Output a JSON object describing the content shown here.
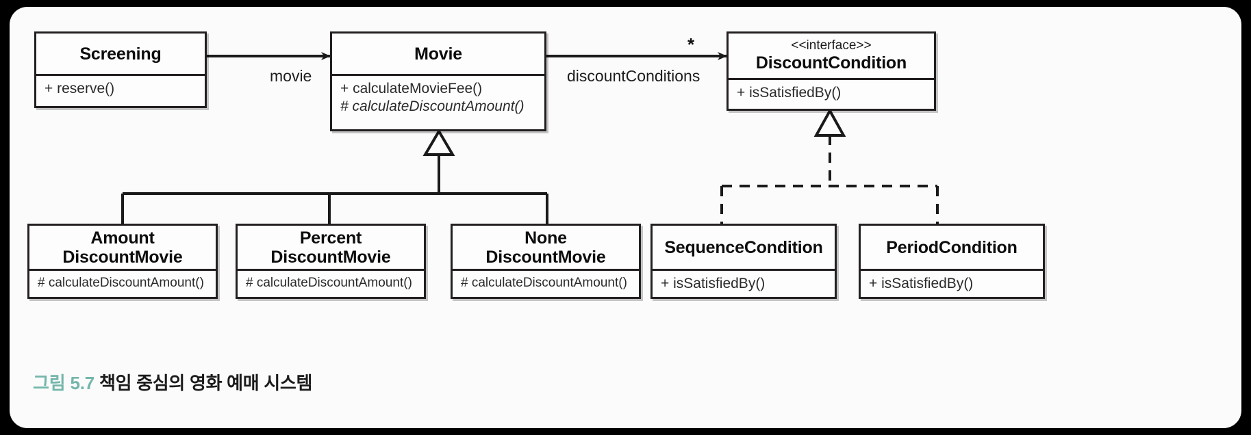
{
  "figure": {
    "caption_number": "그림 5.7",
    "caption_text": "책임 중심의 영화 예매 시스템",
    "caption_number_color": "#74b6ab",
    "background_color": "#000000",
    "page_color": "#fbfbfb",
    "line_color": "#231f20"
  },
  "classes": {
    "screening": {
      "name": "Screening",
      "stereotype": "",
      "operations": [
        "+ reserve()"
      ]
    },
    "movie": {
      "name": "Movie",
      "stereotype": "",
      "operations": [
        "+ calculateMovieFee()",
        "# calculateDiscountAmount()"
      ],
      "abstract_operations": [
        "# calculateDiscountAmount()"
      ]
    },
    "discount_condition": {
      "name": "DiscountCondition",
      "stereotype": "<<interface>>",
      "operations": [
        "+ isSatisfiedBy()"
      ]
    },
    "amount_discount_movie": {
      "name": "Amount\nDiscountMovie",
      "stereotype": "",
      "operations": [
        "# calculateDiscountAmount()"
      ]
    },
    "percent_discount_movie": {
      "name": "Percent\nDiscountMovie",
      "stereotype": "",
      "operations": [
        "# calculateDiscountAmount()"
      ]
    },
    "none_discount_movie": {
      "name": "None\nDiscountMovie",
      "stereotype": "",
      "operations": [
        "# calculateDiscountAmount()"
      ]
    },
    "sequence_condition": {
      "name": "SequenceCondition",
      "stereotype": "",
      "operations": [
        "+ isSatisfiedBy()"
      ]
    },
    "period_condition": {
      "name": "PeriodCondition",
      "stereotype": "",
      "operations": [
        "+ isSatisfiedBy()"
      ]
    }
  },
  "relations": {
    "screening_to_movie": {
      "label": "movie",
      "multiplicity": "",
      "type": "association"
    },
    "movie_to_discount_condition": {
      "label": "discountConditions",
      "multiplicity": "*",
      "type": "association"
    },
    "movie_generalization": {
      "label": "",
      "type": "generalization"
    },
    "discount_condition_realization": {
      "label": "",
      "type": "realization"
    }
  }
}
